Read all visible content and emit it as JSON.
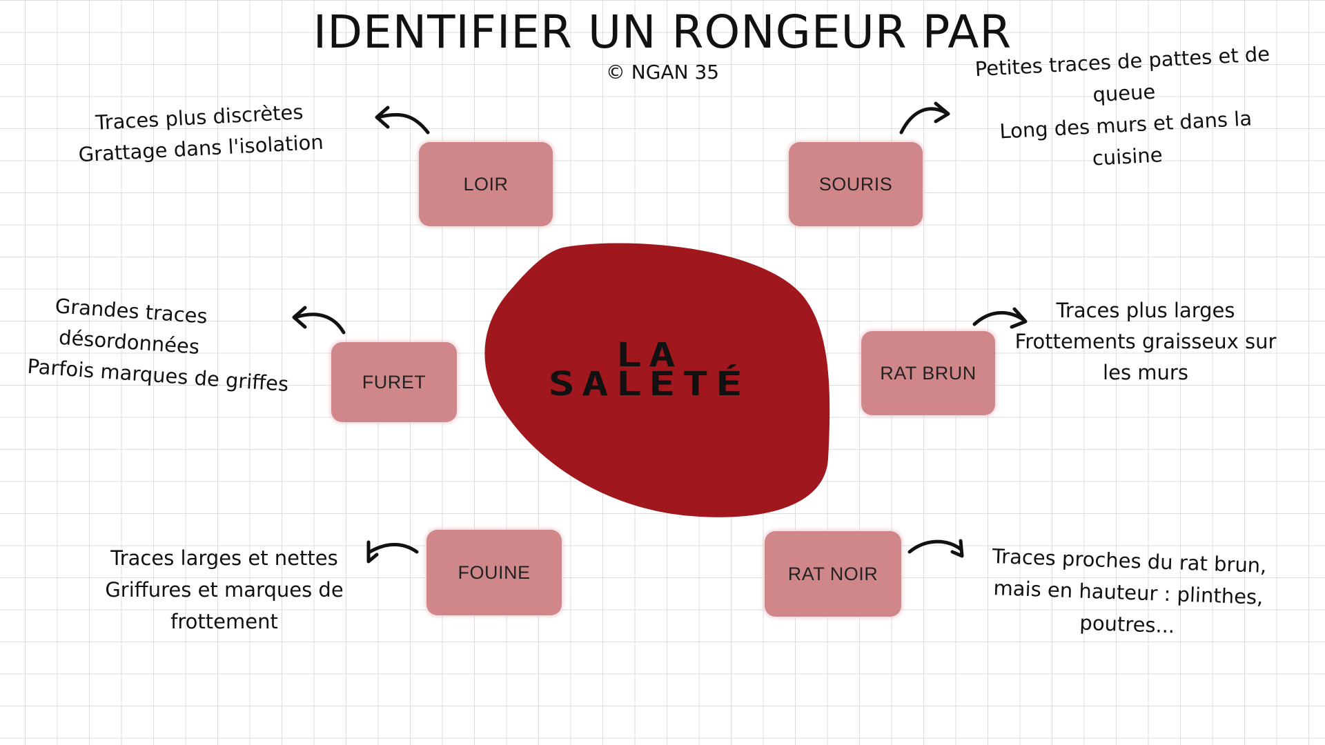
{
  "title": "IDENTIFIER UN RONGEUR PAR",
  "copyright": "© NGAN 35",
  "center": {
    "line1": "LA",
    "line2": "SALETÉ",
    "color": "#a0171e"
  },
  "boxes": {
    "loir": "LOIR",
    "souris": "SOURIS",
    "furet": "FURET",
    "rat_brun": "RAT BRUN",
    "fouine": "FOUINE",
    "rat_noir": "RAT NOIR",
    "color": "#d0878a"
  },
  "notes": {
    "loir": [
      "Traces plus discrètes",
      "Grattage dans l'isolation"
    ],
    "souris": [
      "Petites traces de pattes et de",
      "queue",
      "Long des murs et dans la",
      "cuisine"
    ],
    "furet": [
      "Grandes traces",
      "désordonnées",
      "Parfois marques de griffes"
    ],
    "rat_brun": [
      "Traces plus larges",
      "Frottements graisseux sur",
      "les murs"
    ],
    "fouine": [
      "Traces larges et nettes",
      "Griffures et marques de",
      "frottement"
    ],
    "rat_noir": [
      "Traces proches du rat brun,",
      "mais en hauteur : plinthes,",
      "poutres..."
    ]
  }
}
